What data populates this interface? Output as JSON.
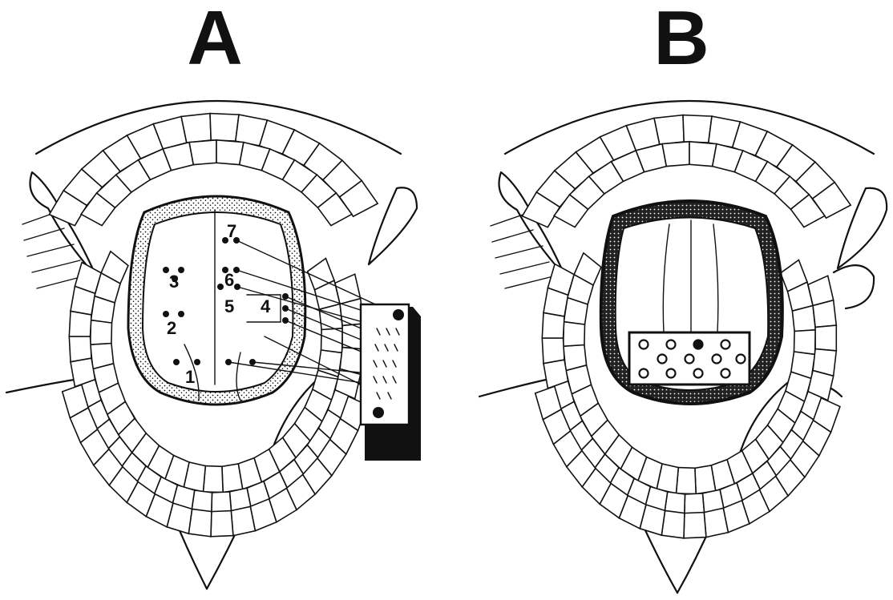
{
  "panels": [
    {
      "id": "A",
      "label": "A",
      "stimulation_sites": [
        "1",
        "2",
        "3",
        "4",
        "5",
        "6",
        "7"
      ]
    },
    {
      "id": "B",
      "label": "B"
    }
  ],
  "colors": {
    "ink": "#111111",
    "background": "#ffffff"
  }
}
